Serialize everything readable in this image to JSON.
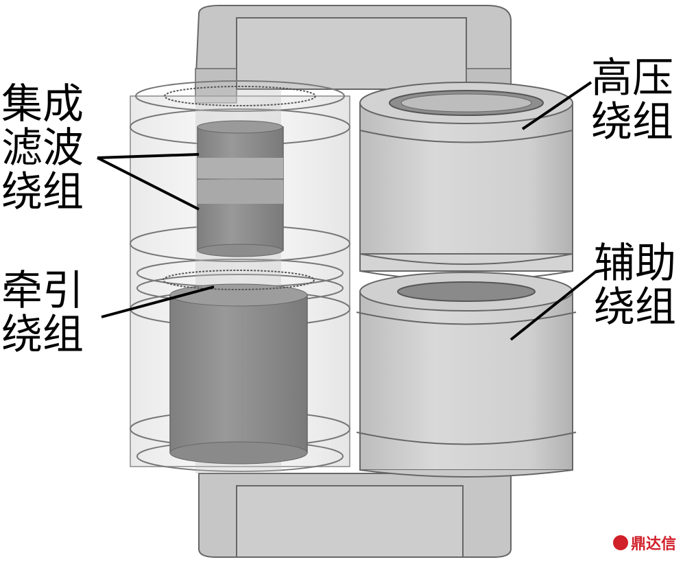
{
  "labels": {
    "integrated_filter_winding": [
      "集成",
      "滤波",
      "绕组"
    ],
    "traction_winding": [
      "牵引",
      "绕组"
    ],
    "high_voltage_winding": [
      "高压",
      "绕组"
    ],
    "auxiliary_winding": [
      "辅助",
      "绕组"
    ]
  },
  "watermark": {
    "text": "鼎达信",
    "color": "#d0202a"
  },
  "colors": {
    "core": "#c8c8c8",
    "core_dark": "#b4b4b4",
    "winding_light": "#dcdcdc",
    "winding_mid": "#c4c4c4",
    "winding_dark": "#8c8c8c",
    "transparent_shell": "#e6e6e6"
  }
}
